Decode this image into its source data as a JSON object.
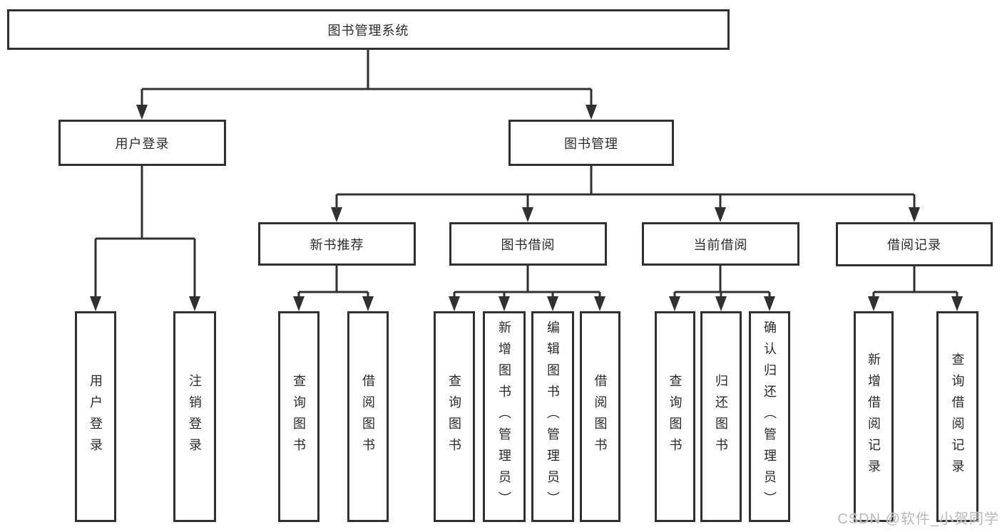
{
  "watermark": "CSDN @软件_小贺同学",
  "colors": {
    "line": "#303030",
    "box_border": "#303030",
    "text": "#2b2b2b",
    "background": "#ffffff",
    "watermark": "#b9b9b9"
  },
  "tree": {
    "root": {
      "label": "图书管理系统",
      "children": [
        {
          "label": "用户登录",
          "children": [
            {
              "label": "用户登录"
            },
            {
              "label": "注销登录"
            }
          ]
        },
        {
          "label": "图书管理",
          "children": [
            {
              "label": "新书推荐",
              "children": [
                {
                  "label": "查询图书"
                },
                {
                  "label": "借阅图书"
                }
              ]
            },
            {
              "label": "图书借阅",
              "children": [
                {
                  "label": "查询图书"
                },
                {
                  "label": "新增图书（管理员）"
                },
                {
                  "label": "编辑图书（管理员）"
                },
                {
                  "label": "借阅图书"
                }
              ]
            },
            {
              "label": "当前借阅",
              "children": [
                {
                  "label": "查询图书"
                },
                {
                  "label": "归还图书"
                },
                {
                  "label": "确认归还（管理员）"
                }
              ]
            },
            {
              "label": "借阅记录",
              "children": [
                {
                  "label": "新增借阅记录"
                },
                {
                  "label": "查询借阅记录"
                }
              ]
            }
          ]
        }
      ]
    }
  }
}
